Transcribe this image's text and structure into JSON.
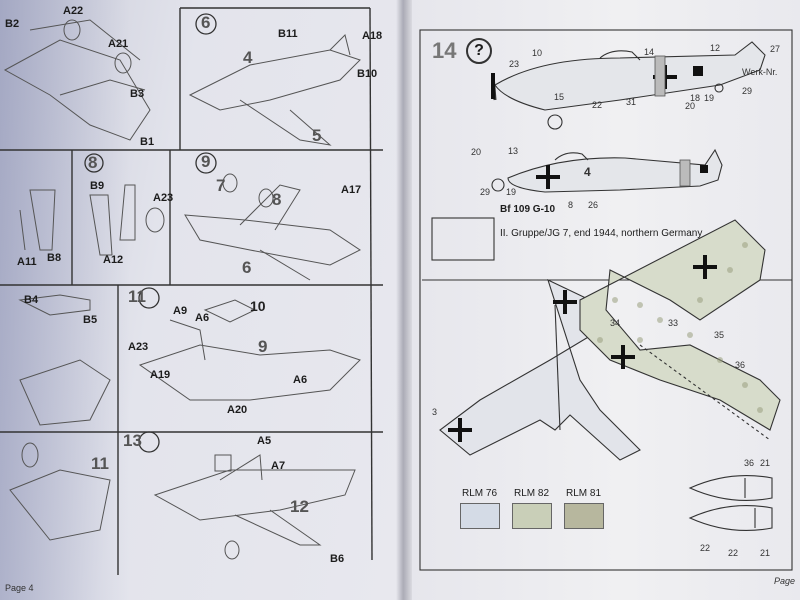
{
  "left_page": {
    "step_numbers": {
      "s6": "6",
      "s8": "8",
      "s9": "9",
      "s11": "11",
      "s13": "13"
    },
    "parts": {
      "A22": "A22",
      "B2": "B2",
      "A21": "A21",
      "B3": "B3",
      "B1": "B1",
      "B11": "B11",
      "A18": "A18",
      "B10": "B10",
      "B9": "B9",
      "A23": "A23",
      "A12": "A12",
      "A11": "A11",
      "B8": "B8",
      "A17": "A17",
      "B4": "B4",
      "B5": "B5",
      "A9": "A9",
      "A6a": "A6",
      "A10": "10",
      "A23b": "A23",
      "A19": "A19",
      "A20": "A20",
      "A6b": "A6",
      "A5": "A5",
      "A7": "A7",
      "B6": "B6"
    },
    "callouts": {
      "c4": "4",
      "c5": "5",
      "c6": "6",
      "c7": "7",
      "c8": "8",
      "c9": "9",
      "c11": "11",
      "c12": "12"
    },
    "footer_text": "Page 4"
  },
  "right_page": {
    "step_number": "14",
    "question_mark": "?",
    "aircraft_code": "Bf 109 G-10",
    "aircraft_unit": "II. Gruppe/JG 7, end 1944, northern Germany",
    "callouts_top": [
      "23",
      "10",
      "14",
      "12",
      "20",
      "27",
      "31",
      "22",
      "15",
      "18",
      "19",
      "29"
    ],
    "callouts_mid": [
      "20",
      "13",
      "29",
      "19",
      "8",
      "26",
      "4"
    ],
    "callouts_plan": [
      "33",
      "34",
      "35",
      "36",
      "3"
    ],
    "serial_text": "Werk-Nr.",
    "colors": [
      {
        "label": "RLM 76",
        "color": "#d4dbe6"
      },
      {
        "label": "RLM 82",
        "color": "#c9cfb8"
      },
      {
        "label": "RLM 81",
        "color": "#b7b79e"
      }
    ],
    "canopy_numbers": [
      "36",
      "21",
      "22",
      "22",
      "21"
    ],
    "page_label": "Page"
  }
}
